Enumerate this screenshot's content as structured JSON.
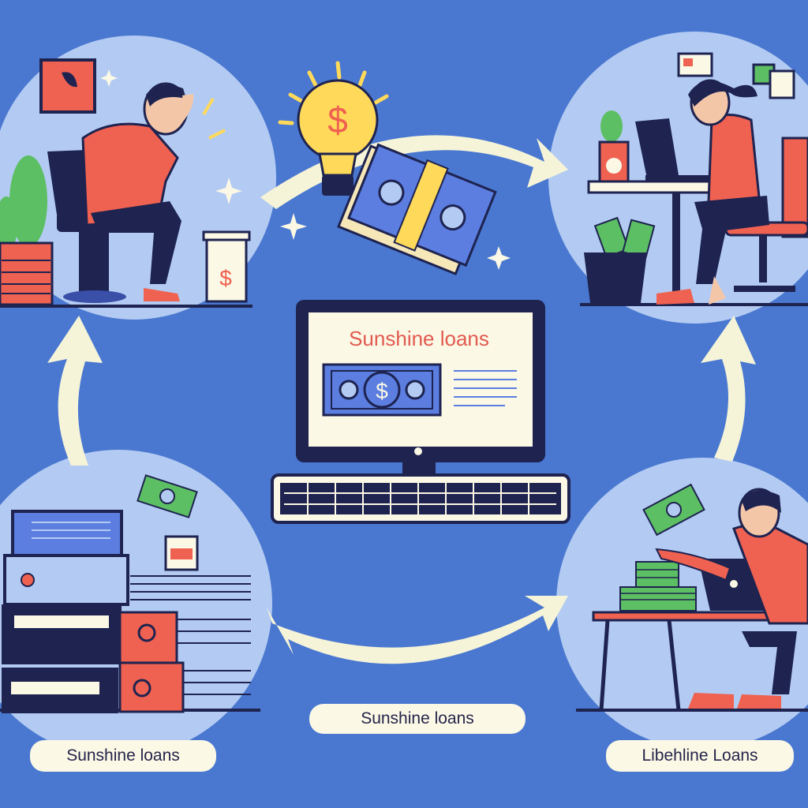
{
  "screen": {
    "heading": "Sunshine loans"
  },
  "labels": {
    "bottom_center": "Sunshine loans",
    "bottom_left": "Sunshine loans",
    "bottom_right": "Libehline Loans"
  },
  "icons": [
    "lightbulb-dollar-icon",
    "money-bundle-icon",
    "computer-monitor-icon",
    "keyboard-icon",
    "banknote-icon",
    "sparkle-icon",
    "cycle-arrow-icon"
  ],
  "colors": {
    "background": "#4a78d0",
    "circle": "#b3cbf2",
    "arrow": "#f6f4d8",
    "accent_red": "#ef6150",
    "navy": "#1e2350",
    "money_green": "#5cbf63",
    "bulb_yellow": "#ffd95a"
  }
}
